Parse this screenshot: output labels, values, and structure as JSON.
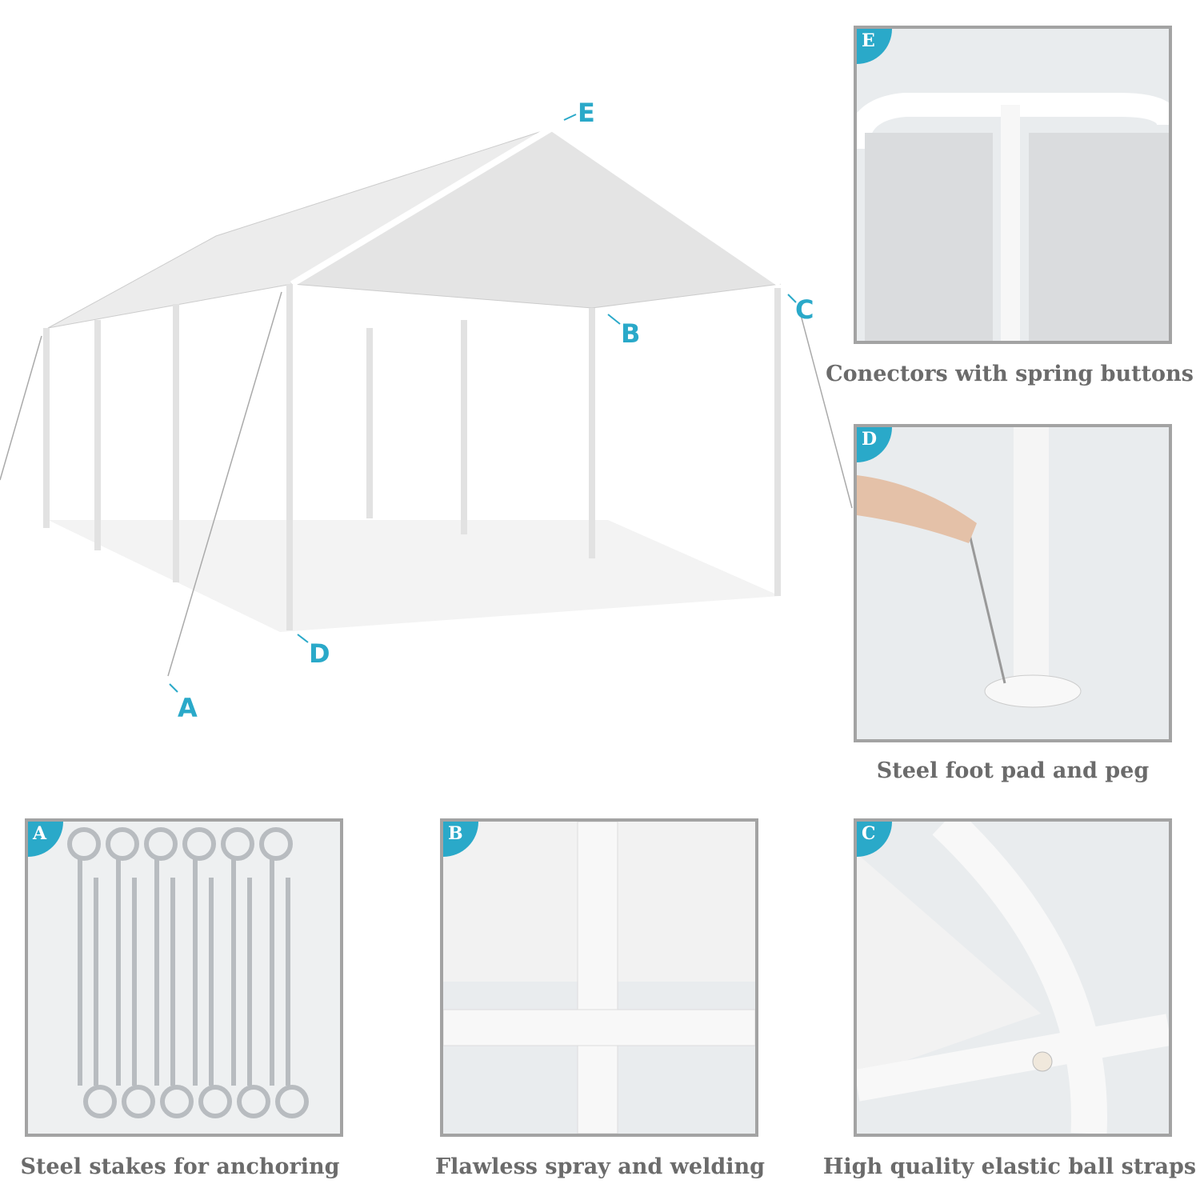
{
  "tent_labels": {
    "a": "A",
    "b": "B",
    "c": "C",
    "d": "D",
    "e": "E"
  },
  "panels": [
    {
      "badge": "E",
      "caption": "Conectors with spring buttons"
    },
    {
      "badge": "D",
      "caption": "Steel foot pad and peg"
    },
    {
      "badge": "A",
      "caption": "Steel stakes for anchoring"
    },
    {
      "badge": "B",
      "caption": "Flawless spray and welding"
    },
    {
      "badge": "C",
      "caption": "High quality elastic ball straps"
    }
  ],
  "colors": {
    "accent": "#2aa9c9",
    "frame": "#a3a3a3",
    "caption": "#6b6b6b"
  }
}
